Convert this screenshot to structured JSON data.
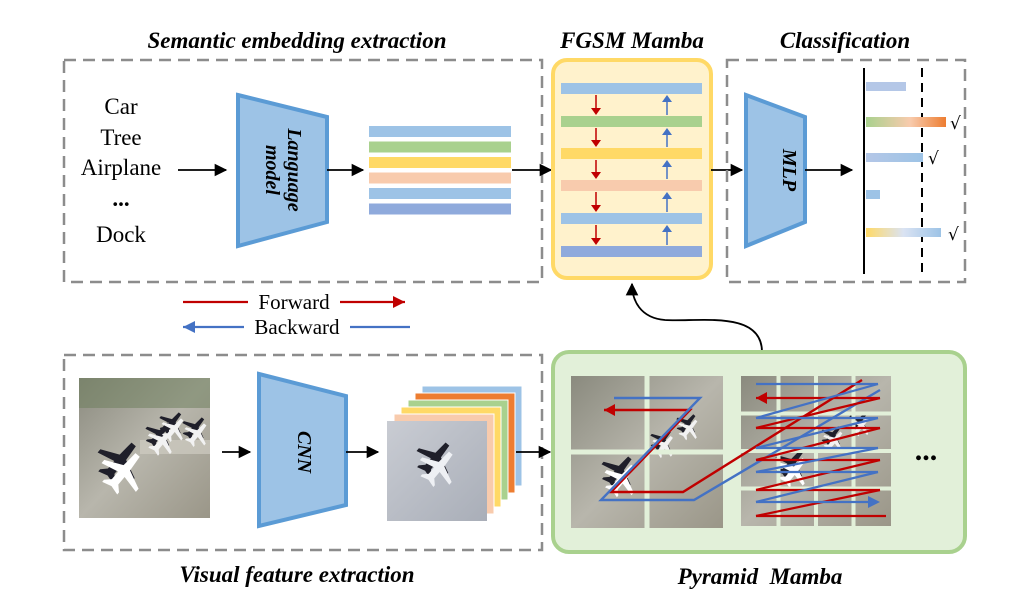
{
  "sections": {
    "semantic": "Semantic embedding extraction",
    "fgsm": "FGSM Mamba",
    "classification": "Classification",
    "visual": "Visual feature extraction",
    "pyramid": "Pyramid  Mamba"
  },
  "class_words": [
    "Car",
    "Tree",
    "Airplane",
    "...",
    "Dock"
  ],
  "modules": {
    "language": [
      "Language",
      "model"
    ],
    "mlp": "MLP",
    "cnn": "CNN"
  },
  "legend": {
    "forward": "Forward",
    "backward": "Backward",
    "forward_color": "#c00000",
    "backward_color": "#4472c4"
  },
  "embedding_colors": [
    "#9dc3e6",
    "#a9d18e",
    "#ffd966",
    "#f8cbad",
    "#9dc3e6",
    "#8faadc"
  ],
  "fgsm_bar_colors": [
    "#9dc3e6",
    "#a9d18e",
    "#ffd966",
    "#f8cbad",
    "#9dc3e6",
    "#8faadc"
  ],
  "feature_map_colors": [
    "#9dc3e6",
    "#ed7d31",
    "#a9d18e",
    "#ffd966",
    "#f8cbad"
  ],
  "checkmark": "√",
  "ellipsis": "..."
}
